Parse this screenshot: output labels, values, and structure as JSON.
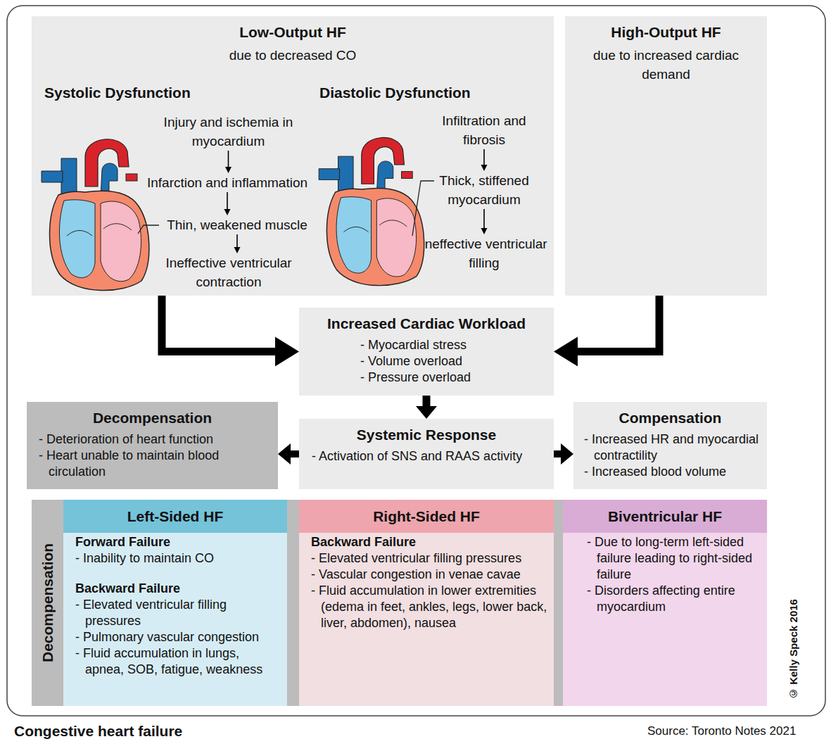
{
  "diagram": {
    "caption": "Congestive heart failure",
    "nodes": [
      {
        "text": [
          "Low-Output HF",
          "due to decreased CO"
        ]
      },
      {
        "text": [
          "Systolic Dysfunction"
        ],
        "in": 0
      },
      {
        "text": [
          "Injury and ischemia in myocardium"
        ],
        "in": 1
      },
      {
        "text": [
          "Infarction and inflammation"
        ],
        "in": 1
      },
      {
        "text": [
          "Thin, weakened muscle"
        ],
        "in": 1
      },
      {
        "text": [
          "Ineffective ventricular contraction"
        ],
        "in": 1
      },
      {
        "text": [
          "Diastolic Dysfunction"
        ],
        "in": 0
      },
      {
        "text": [
          "Infiltration and fibrosis"
        ],
        "in": 6
      },
      {
        "text": [
          "Thick, stiffened myocardium"
        ],
        "in": 6
      },
      {
        "text": [
          "Ineffective ventricular filling"
        ],
        "in": 6
      },
      {
        "text": [
          "High-Output HF",
          "due to increased cardiac demand"
        ]
      },
      {
        "text": [
          "Increased Cardiac Workload",
          "- Myocardial stress",
          "- Volume overload",
          "- Pressure overload"
        ]
      },
      {
        "text": [
          "Decompensation",
          "- Deterioration of heart function",
          "- Heart unable to maintain blood circulation"
        ]
      },
      {
        "text": [
          "Systemic Response",
          "- Activation of SNS and RAAS activity"
        ]
      },
      {
        "text": [
          "Compensation",
          "- Increased HR and myocardial contractility",
          "- Increased blood volume"
        ]
      },
      {
        "text": [
          "Decompensation"
        ]
      },
      {
        "text": [
          "Left-Sided HF",
          "Forward Failure",
          "- Inability to maintain CO",
          "Backward Failure",
          "- Elevated ventricular filling pressures",
          "- Pulmonary vascular congestion",
          "- Fluid accumulation in lungs, apnea, SOB, fatigue, weakness"
        ],
        "in": 15
      },
      {
        "text": [
          "Right-Sided HF",
          "Backward Failure",
          "- Elevated ventricular filling pressures",
          "- Vascular congestion in venae cavae",
          "- Fluid accumulation in lower extremities (edema in feet, ankles, legs, lower back, liver, abdomen), nausea"
        ],
        "in": 15
      },
      {
        "text": [
          "Biventricular HF",
          "- Due to long-term left-sided failure leading to right-sided failure",
          "- Disorders affecting entire myocardium"
        ],
        "in": 15
      }
    ],
    "edges": [
      {
        "from": 2,
        "to": 3,
        "arrow": "to"
      },
      {
        "from": 3,
        "to": 4,
        "arrow": "to"
      },
      {
        "from": 4,
        "to": 5,
        "arrow": "to"
      },
      {
        "from": 7,
        "to": 8,
        "arrow": "to"
      },
      {
        "from": 8,
        "to": 9,
        "arrow": "to"
      },
      {
        "from": 0,
        "to": 11,
        "arrow": "to"
      },
      {
        "from": 10,
        "to": 11,
        "arrow": "to"
      },
      {
        "from": 11,
        "to": 13,
        "arrow": "to"
      },
      {
        "from": 13,
        "to": 12,
        "arrow": "to"
      },
      {
        "from": 13,
        "to": 14,
        "arrow": "to"
      }
    ],
    "labels": [
      "© Kelly Speck 2016",
      "Source: Toronto Notes 2021"
    ]
  }
}
